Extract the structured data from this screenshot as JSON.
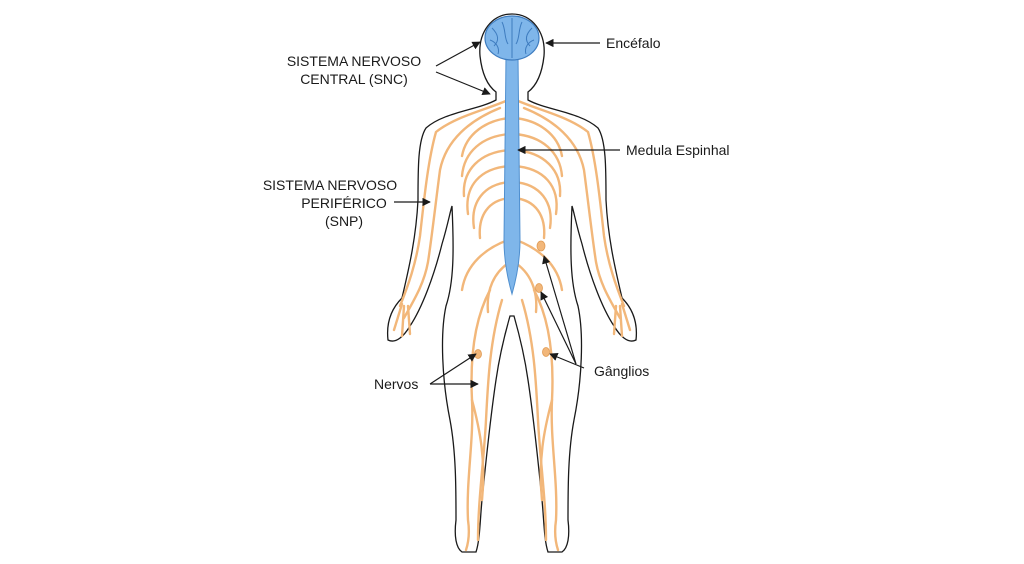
{
  "labels": {
    "cns_line1": "SISTEMA NERVOSO",
    "cns_line2": "CENTRAL (SNC)",
    "pns_line1": "SISTEMA NERVOSO",
    "pns_line2": "PERIFÉRICO",
    "pns_line3": "(SNP)",
    "brain": "Encéfalo",
    "spinal_cord": "Medula Espinhal",
    "ganglia": "Gânglios",
    "nerves": "Nervos"
  },
  "colors": {
    "background": "#ffffff",
    "body_outline": "#1a1a1a",
    "central_nervous_system": "#7fb6ea",
    "peripheral_nerves": "#f2b77a"
  }
}
